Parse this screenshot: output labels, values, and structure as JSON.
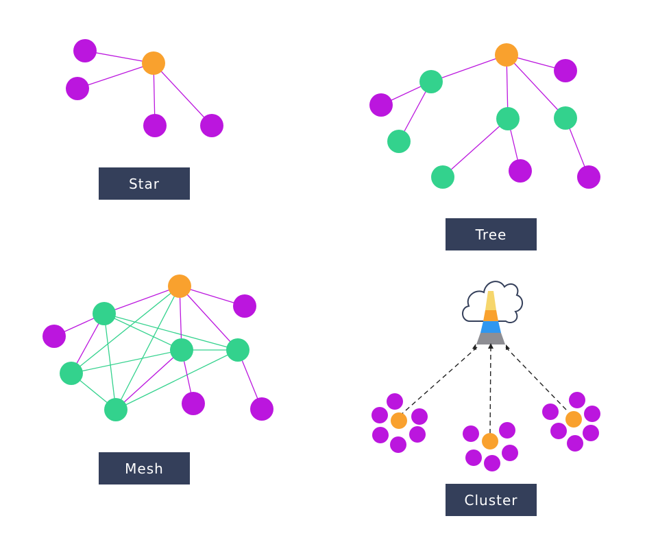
{
  "colors": {
    "hub": "#F9A12E",
    "leaf": "#BB16DE",
    "relay": "#33D28D",
    "edge_leaf": "#BB16DE",
    "edge_relay": "#33D28D",
    "label_bg": "#343F5A",
    "label_text": "#FFFFFF",
    "cloud_stroke": "#343F5A",
    "arrow": "#222222",
    "stack": [
      "#F6D66C",
      "#F9A12E",
      "#2F97F0",
      "#8E8E93"
    ]
  },
  "labels": {
    "star": "Star",
    "tree": "Tree",
    "mesh": "Mesh",
    "cluster": "Cluster"
  },
  "icons": {
    "cloud": "cloud-icon",
    "stack": "layer-stack-icon"
  }
}
